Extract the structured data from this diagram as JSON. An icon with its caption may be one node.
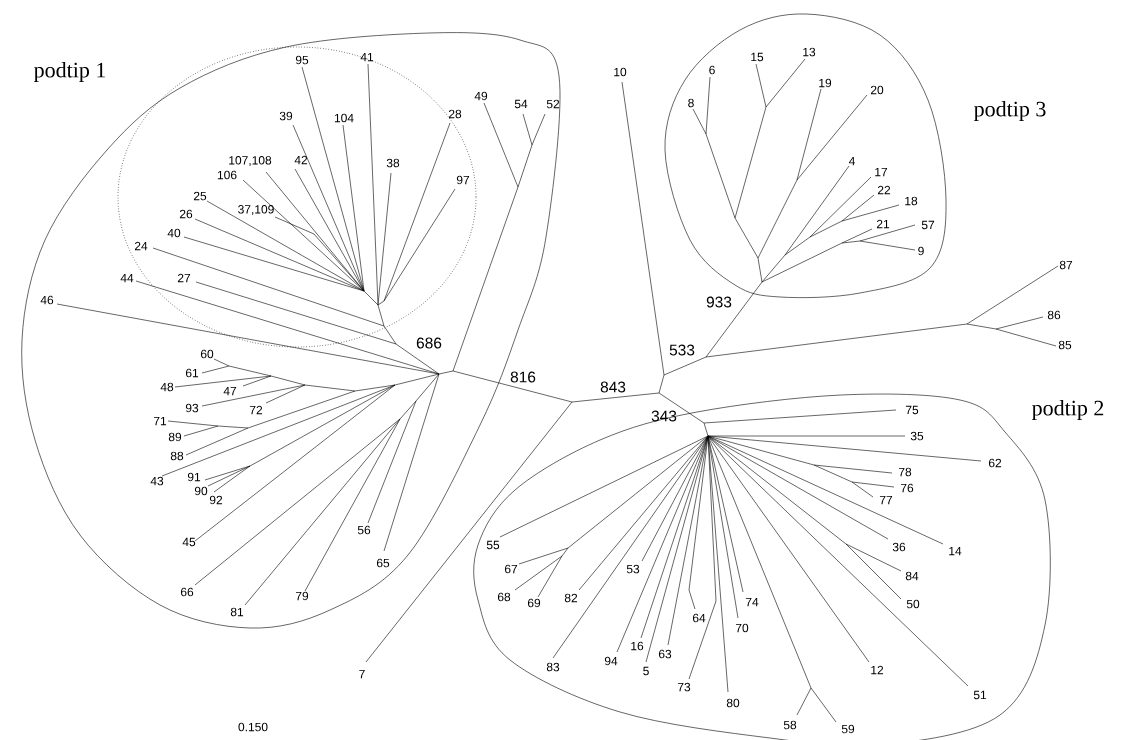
{
  "diagram": {
    "nodes": [
      {
        "text": [
          "podtip 1"
        ]
      },
      {
        "text": [],
        "shape": "ellipse",
        "in": 0
      },
      {
        "text": [
          "podtip 3"
        ]
      },
      {
        "text": [
          "podtip 2"
        ]
      }
    ],
    "labels": [
      "95",
      "41",
      "15",
      "13",
      "6",
      "10",
      "49",
      "54",
      "52",
      "8",
      "28",
      "39",
      "104",
      "19",
      "20",
      "107,108",
      "42",
      "38",
      "4",
      "17",
      "106",
      "97",
      "22",
      "25",
      "18",
      "37,109",
      "26",
      "21",
      "57",
      "40",
      "24",
      "9",
      "87",
      "44",
      "27",
      "46",
      "933",
      "86",
      "686",
      "85",
      "533",
      "60",
      "61",
      "816",
      "48",
      "843",
      "47",
      "93",
      "72",
      "75",
      "343",
      "71",
      "35",
      "89",
      "88",
      "62",
      "78",
      "91",
      "43",
      "76",
      "90",
      "77",
      "92",
      "56",
      "45",
      "55",
      "14",
      "36",
      "65",
      "53",
      "67",
      "84",
      "66",
      "79",
      "82",
      "68",
      "69",
      "74",
      "50",
      "81",
      "64",
      "70",
      "16",
      "63",
      "83",
      "94",
      "12",
      "5",
      "7",
      "73",
      "51",
      "80",
      "58",
      "59",
      "0.150"
    ]
  }
}
